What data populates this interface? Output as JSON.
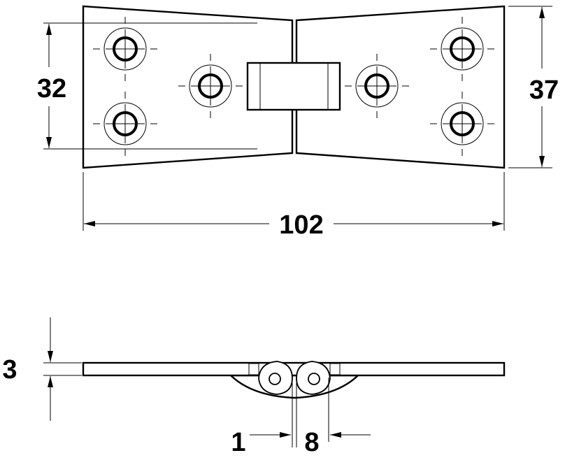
{
  "dimensions": {
    "center_spacing": "32",
    "height": "37",
    "length": "102",
    "thickness": "3",
    "gap": "1",
    "knuckle": "8"
  }
}
